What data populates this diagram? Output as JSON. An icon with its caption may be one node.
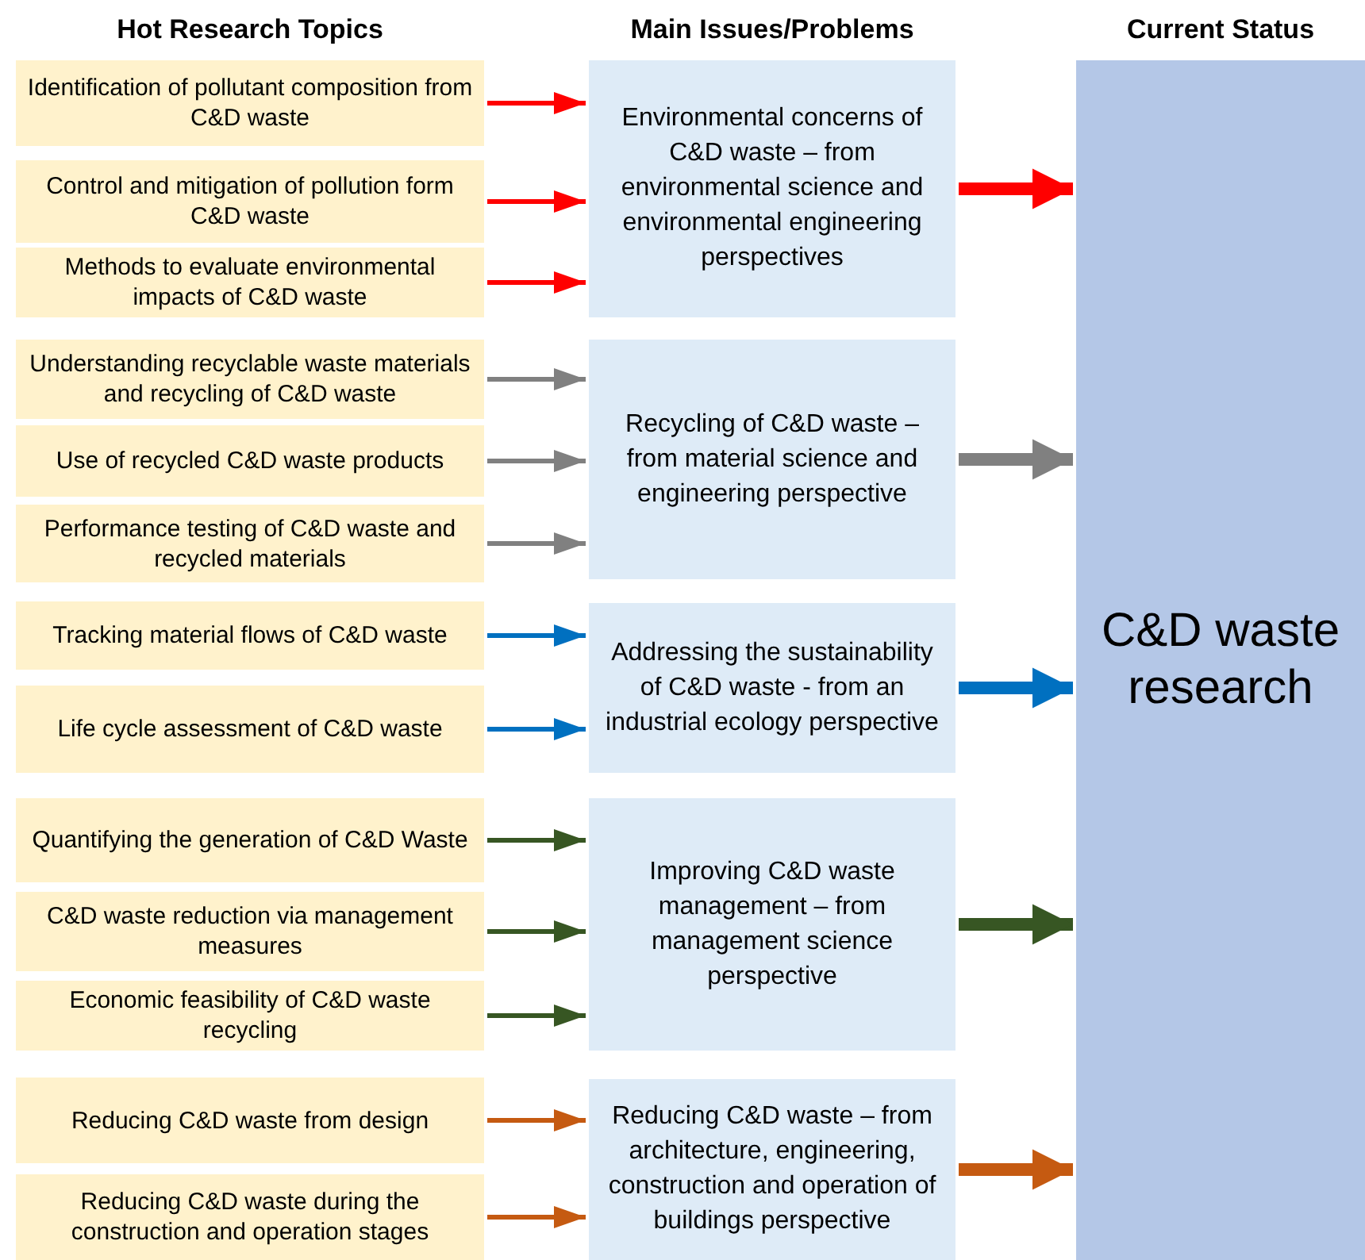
{
  "diagram": {
    "nodes": [
      {
        "text": [
          "Identification of pollutant composition from C&D waste"
        ]
      },
      {
        "text": [
          "Control and mitigation of pollution form C&D waste"
        ]
      },
      {
        "text": [
          "Methods to evaluate environmental impacts of C&D waste"
        ]
      },
      {
        "text": [
          "Environmental concerns of C&D waste – from environmental science and environmental engineering perspectives"
        ]
      },
      {
        "text": [
          "Understanding recyclable waste materials and recycling of C&D waste"
        ]
      },
      {
        "text": [
          "Use of recycled C&D waste products"
        ]
      },
      {
        "text": [
          "Performance testing of C&D waste and recycled materials"
        ]
      },
      {
        "text": [
          "Recycling of C&D waste – from material science and engineering perspective"
        ]
      },
      {
        "text": [
          "Tracking material flows of C&D waste"
        ]
      },
      {
        "text": [
          "Life cycle assessment of C&D waste"
        ]
      },
      {
        "text": [
          "Addressing the sustainability of C&D waste - from an industrial ecology perspective"
        ]
      },
      {
        "text": [
          "Quantifying the generation of C&D Waste"
        ]
      },
      {
        "text": [
          "C&D waste reduction via management measures"
        ]
      },
      {
        "text": [
          "Economic feasibility of C&D waste recycling"
        ]
      },
      {
        "text": [
          "Improving C&D waste management – from management science perspective"
        ]
      },
      {
        "text": [
          "Reducing C&D waste from design"
        ]
      },
      {
        "text": [
          "Reducing C&D waste during the construction and operation stages"
        ]
      },
      {
        "text": [
          "Reducing C&D waste – from architecture, engineering, construction and operation of buildings perspective"
        ]
      },
      {
        "text": [
          "C&D waste research"
        ]
      }
    ],
    "edges": [
      {
        "from": 0,
        "to": 3,
        "arrow": "to",
        "color": "#ff0000"
      },
      {
        "from": 1,
        "to": 3,
        "arrow": "to",
        "color": "#ff0000"
      },
      {
        "from": 2,
        "to": 3,
        "arrow": "to",
        "color": "#ff0000"
      },
      {
        "from": 3,
        "to": 18,
        "arrow": "to",
        "style": "thick",
        "color": "#ff0000"
      },
      {
        "from": 4,
        "to": 7,
        "arrow": "to",
        "color": "#808080"
      },
      {
        "from": 5,
        "to": 7,
        "arrow": "to",
        "color": "#808080"
      },
      {
        "from": 6,
        "to": 7,
        "arrow": "to",
        "color": "#808080"
      },
      {
        "from": 7,
        "to": 18,
        "arrow": "to",
        "style": "thick",
        "color": "#808080"
      },
      {
        "from": 8,
        "to": 10,
        "arrow": "to",
        "color": "#0070c0"
      },
      {
        "from": 9,
        "to": 10,
        "arrow": "to",
        "color": "#0070c0"
      },
      {
        "from": 10,
        "to": 18,
        "arrow": "to",
        "style": "thick",
        "color": "#0070c0"
      },
      {
        "from": 11,
        "to": 14,
        "arrow": "to",
        "color": "#375623"
      },
      {
        "from": 12,
        "to": 14,
        "arrow": "to",
        "color": "#375623"
      },
      {
        "from": 13,
        "to": 14,
        "arrow": "to",
        "color": "#375623"
      },
      {
        "from": 14,
        "to": 18,
        "arrow": "to",
        "style": "thick",
        "color": "#375623"
      },
      {
        "from": 15,
        "to": 17,
        "arrow": "to",
        "color": "#c55a11"
      },
      {
        "from": 16,
        "to": 17,
        "arrow": "to",
        "color": "#c55a11"
      },
      {
        "from": 17,
        "to": 18,
        "arrow": "to",
        "style": "thick",
        "color": "#c55a11"
      }
    ],
    "labels": [
      "Hot Research Topics",
      "Main Issues/Problems",
      "Current Status"
    ]
  }
}
